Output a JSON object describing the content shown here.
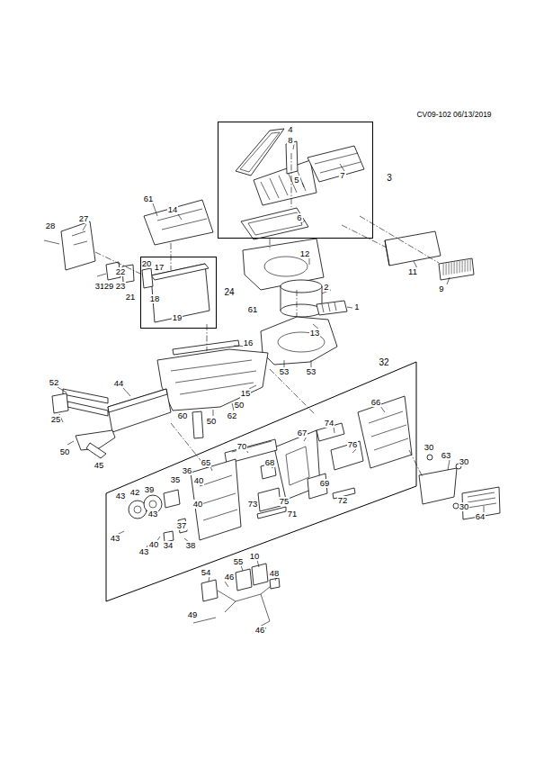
{
  "diagram": {
    "nodes": [
      {
        "text": [
          "3"
        ]
      },
      {
        "text": [
          "24"
        ]
      },
      {
        "text": [
          "32"
        ]
      }
    ],
    "labels": [
      "CV09-102 06/13/2019",
      "4",
      "8",
      "5",
      "7",
      "6",
      "61",
      "14",
      "28",
      "27",
      "12",
      "11",
      "9",
      "22",
      "20",
      "17",
      "18",
      "31",
      "29",
      "23",
      "21",
      "19",
      "2",
      "1",
      "61",
      "13",
      "16",
      "53",
      "53",
      "52",
      "44",
      "15",
      "60",
      "50",
      "62",
      "50",
      "25",
      "50",
      "45",
      "66",
      "74",
      "70",
      "67",
      "76",
      "65",
      "68",
      "69",
      "30",
      "63",
      "30",
      "36",
      "35",
      "40",
      "43",
      "42",
      "39",
      "73",
      "75",
      "43",
      "72",
      "71",
      "30",
      "64",
      "40",
      "37",
      "43",
      "40",
      "34",
      "38",
      "43",
      "10",
      "55",
      "54",
      "46",
      "48",
      "49",
      "46"
    ]
  }
}
